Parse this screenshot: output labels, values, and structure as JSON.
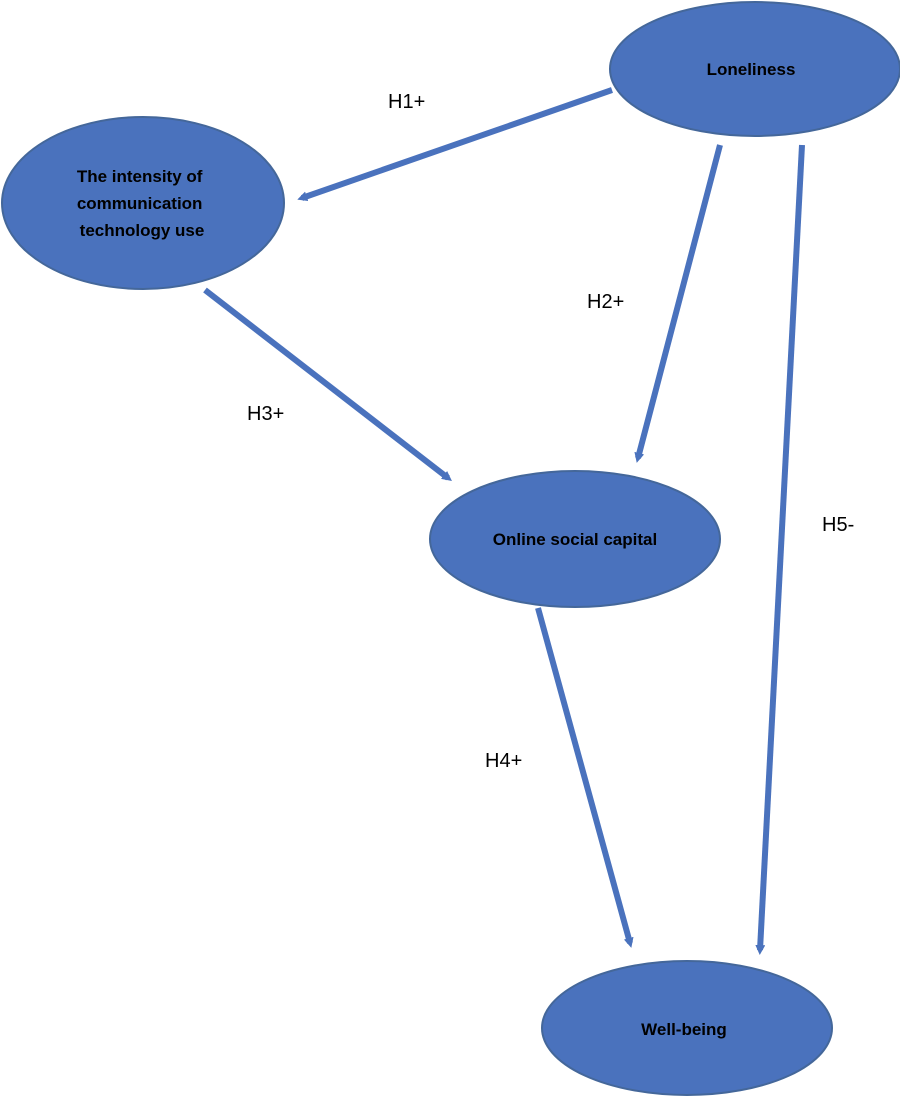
{
  "colors": {
    "node_fill": "#4a72bd",
    "arrow": "#4a72bd",
    "text": "#000000",
    "background": "#ffffff"
  },
  "nodes": {
    "loneliness": {
      "label_lines": [
        "Loneliness"
      ]
    },
    "intensity": {
      "label_lines": [
        "The intensity of",
        "communication",
        "technology use"
      ]
    },
    "social_capital": {
      "label_lines": [
        "Online social capital"
      ]
    },
    "wellbeing": {
      "label_lines": [
        "Well-being"
      ]
    }
  },
  "edges": {
    "h1": {
      "from": "Loneliness",
      "to": "The intensity of communication technology use",
      "label": "H1+"
    },
    "h2": {
      "from": "Loneliness",
      "to": "Online social capital",
      "label": "H2+"
    },
    "h3": {
      "from": "The intensity of communication technology use",
      "to": "Online social capital",
      "label": "H3+"
    },
    "h4": {
      "from": "Online social capital",
      "to": "Well-being",
      "label": "H4+"
    },
    "h5": {
      "from": "Loneliness",
      "to": "Well-being",
      "label": "H5-"
    }
  }
}
